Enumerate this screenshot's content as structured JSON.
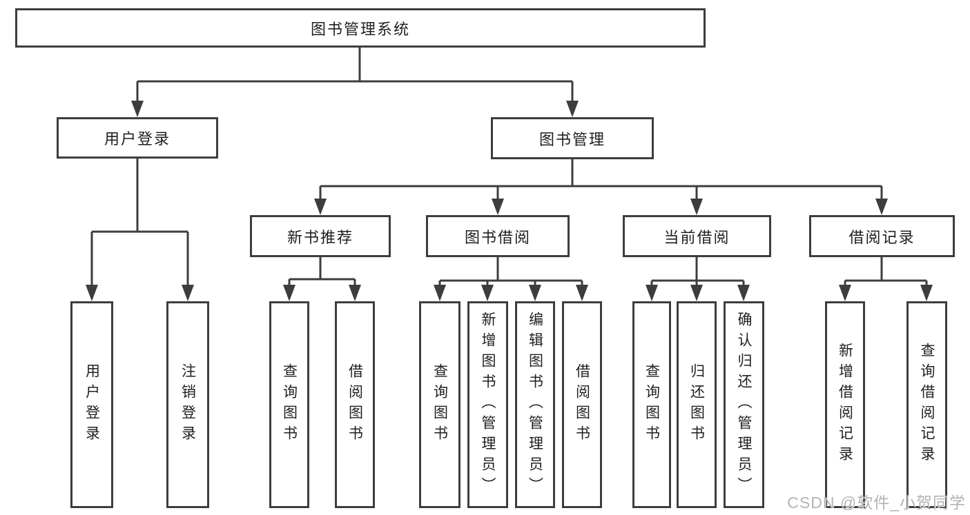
{
  "diagram_title": "图书管理系统",
  "tree": {
    "root": {
      "label": "图书管理系统"
    },
    "branches": [
      {
        "label": "用户登录",
        "children": [
          {
            "label": "用户登录"
          },
          {
            "label": "注销登录"
          }
        ]
      },
      {
        "label": "图书管理",
        "children": [
          {
            "label": "新书推荐",
            "children": [
              {
                "label": "查询图书"
              },
              {
                "label": "借阅图书"
              }
            ]
          },
          {
            "label": "图书借阅",
            "children": [
              {
                "label": "查询图书"
              },
              {
                "label": "新增图书（管理员）"
              },
              {
                "label": "编辑图书（管理员）"
              },
              {
                "label": "借阅图书"
              }
            ]
          },
          {
            "label": "当前借阅",
            "children": [
              {
                "label": "查询图书"
              },
              {
                "label": "归还图书"
              },
              {
                "label": "确认归还（管理员）"
              }
            ]
          },
          {
            "label": "借阅记录",
            "children": [
              {
                "label": "新增借阅记录"
              },
              {
                "label": "查询借阅记录"
              }
            ]
          }
        ]
      }
    ]
  },
  "watermark": "CSDN @软件_小贺同学",
  "colors": {
    "line_color": "#3d3d3d",
    "box_border_color": "#3d3d3d",
    "text_color": "#1f1f1f",
    "background_color": "#ffffff",
    "watermark_color": "#b3b3b3"
  }
}
